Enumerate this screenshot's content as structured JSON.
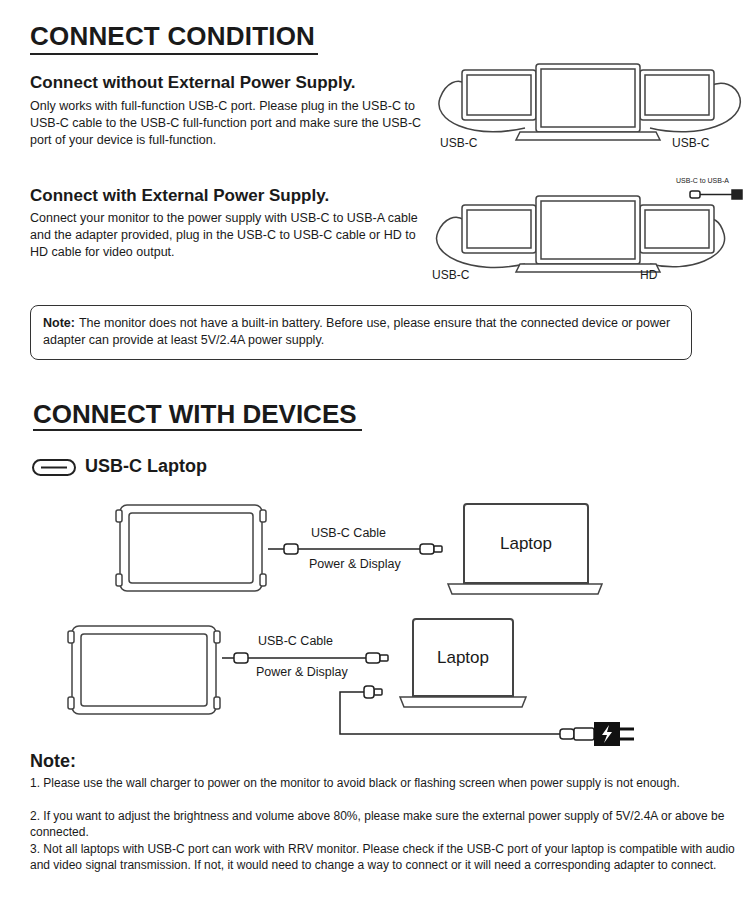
{
  "diagram": {
    "title": "CONNECT CONDITION",
    "nodes": [
      {
        "text": [
          "Note:",
          "The monitor does not have a built-in battery. Before use, please ensure that the connected device or power adapter can provide at least 5V/2.4A power supply."
        ]
      },
      {
        "text": [
          "Laptop"
        ]
      },
      {
        "text": [
          "Laptop"
        ]
      }
    ],
    "labels": [
      "Connect without External Power Supply.",
      "Only works with full-function USB-C port. Please plug in the USB-C to USB-C cable to the USB-C full-function port and make sure the USB-C port of your device is full-function.",
      "USB-C",
      "USB-C",
      "Connect with External Power Supply.",
      "Connect your monitor to the power supply with USB-C to USB-A cable and the adapter provided, plug in the USB-C to USB-C cable or HD to HD cable for video output.",
      "USB-C to USB-A",
      "USB-C",
      "HD",
      "CONNECT WITH DEVICES",
      "USB-C Laptop",
      "USB-C Cable",
      "Power & Display",
      "USB-C Cable",
      "Power & Display",
      "Note:",
      "1. Please use the wall charger to power on the monitor to avoid black or flashing screen when power supply is not enough.",
      "2. If you want to adjust the brightness and volume above 80%, please make sure the external power supply of 5V/2.4A or above be connected.",
      "3. Not all laptops with USB-C port can work with RRV monitor. Please check if the USB-C port of your laptop is compatible with audio and video signal transmission. If not, it would need to change a way to connect or it will need a corresponding adapter to connect."
    ]
  }
}
